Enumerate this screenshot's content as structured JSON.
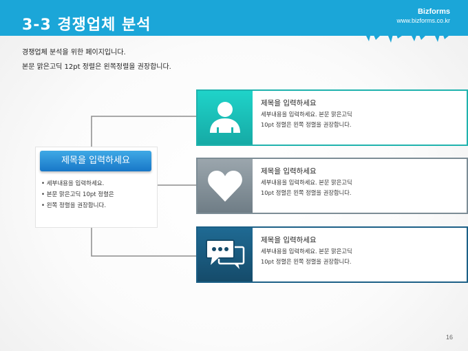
{
  "header": {
    "title": "3-3 경쟁업체 분석",
    "brand_name": "Bizforms",
    "brand_url": "www.bizforms.co.kr"
  },
  "intro": {
    "line1": "경쟁업체 분석을 위한 페이지입니다.",
    "line2": "본문 맑은고딕 12pt 정렬은 왼쪽정렬을 권장합니다."
  },
  "main": {
    "title": "제목을 입력하세요",
    "bullets": [
      "세부내용을 입력하세요.",
      "본문 맑은고딕 10pt 정렬은",
      "왼쪽 정렬을 권장합니다."
    ]
  },
  "cards": [
    {
      "icon": "person-icon",
      "title": "제목을 입력하세요",
      "line1": "세부내용을 입력하세요. 본문 맑은고딕",
      "line2": "10pt 정렬은 왼쪽 정렬을 권장합니다."
    },
    {
      "icon": "heart-icon",
      "title": "제목을 입력하세요",
      "line1": "세부내용을 입력하세요. 본문 맑은고딕",
      "line2": "10pt 정렬은 왼쪽 정렬을 권장합니다."
    },
    {
      "icon": "chat-bubbles-icon",
      "title": "제목을 입력하세요",
      "line1": "세부내용을 입력하세요. 본문 맑은고딕",
      "line2": "10pt 정렬은 왼쪽 정렬을 권장합니다."
    }
  ],
  "page_number": "16",
  "colors": {
    "header": "#1ba6d8",
    "card1_accent": "#1eb2ad",
    "card2_accent": "#7c8c95",
    "card3_accent": "#1b5f86",
    "main_title": "#1877c8"
  }
}
